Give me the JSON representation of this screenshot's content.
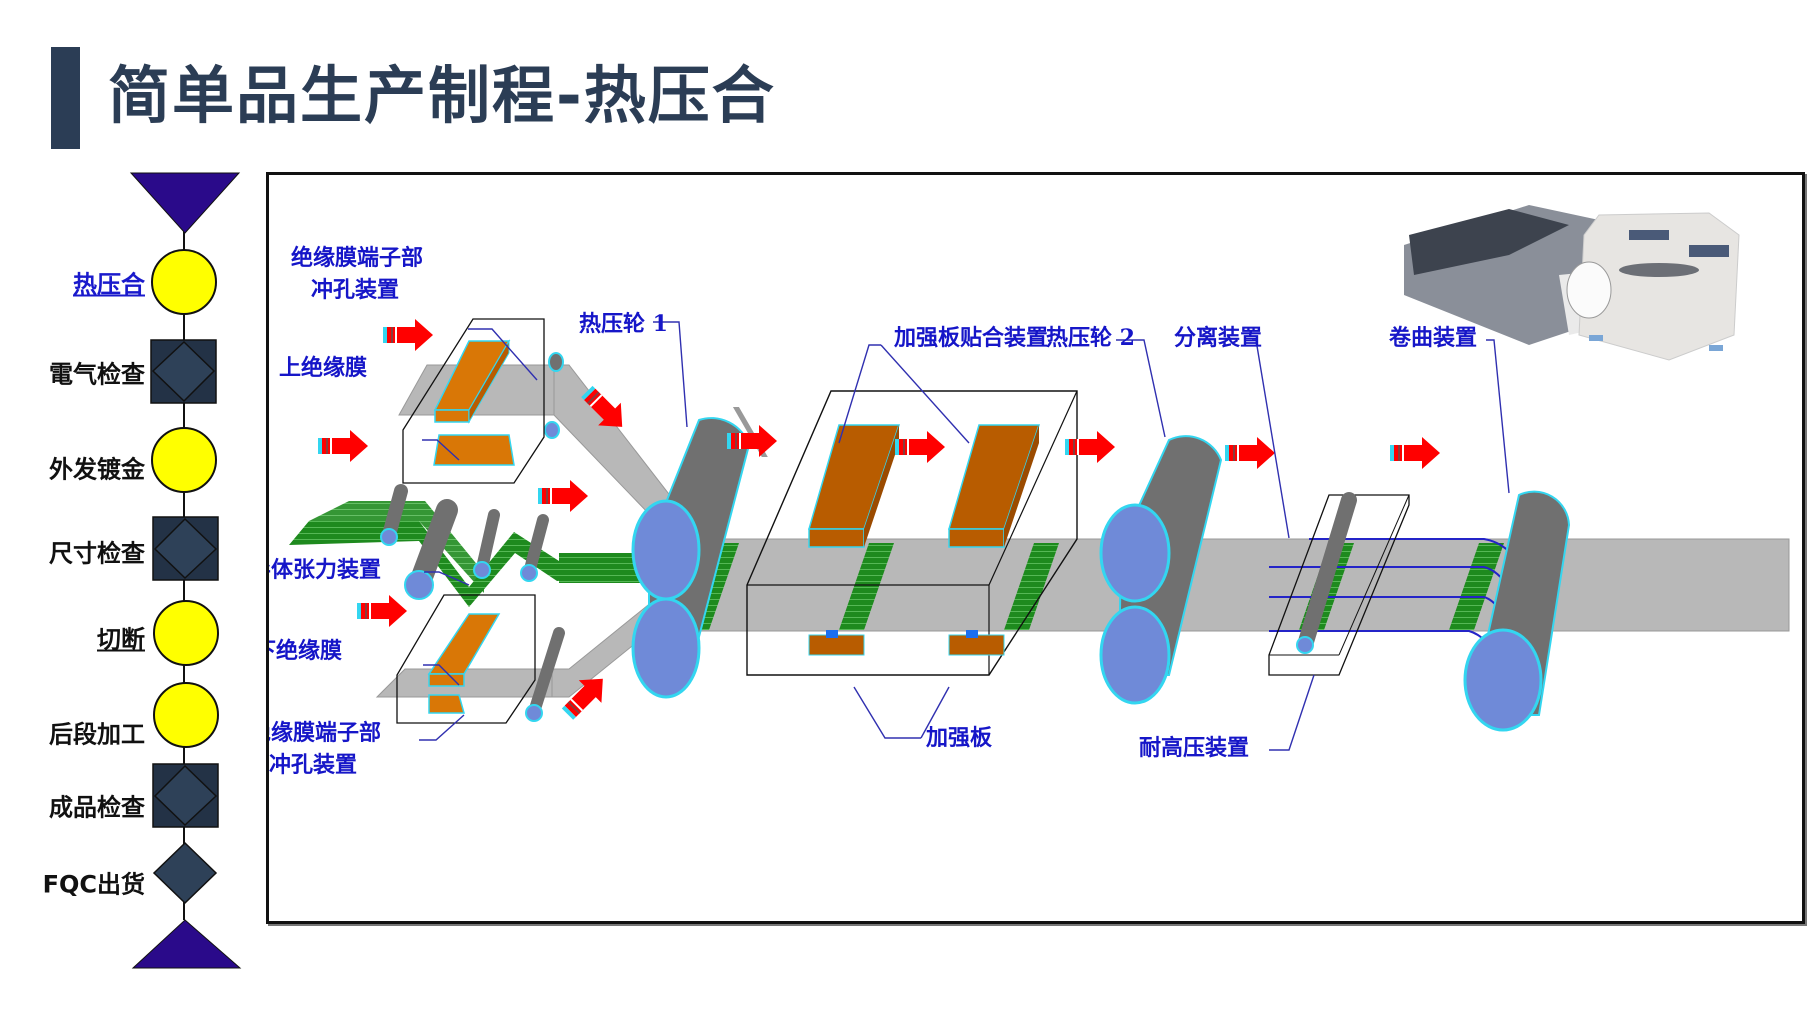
{
  "header": {
    "title": "简单品生产制程-热压合"
  },
  "process_flow": {
    "start_symbol": "start-triangle",
    "end_symbol": "end-triangle",
    "steps": [
      {
        "label": "热压合",
        "shape": "circle",
        "type": "process",
        "active": true
      },
      {
        "label": "電气检查",
        "shape": "square-diamond",
        "type": "inspection"
      },
      {
        "label": "外发镀金",
        "shape": "circle",
        "type": "process"
      },
      {
        "label": "尺寸检查",
        "shape": "square-diamond",
        "type": "inspection"
      },
      {
        "label": "切断",
        "shape": "circle",
        "type": "process",
        "underlined": true
      },
      {
        "label": "后段加工",
        "shape": "circle",
        "type": "process"
      },
      {
        "label": "成品检查",
        "shape": "square-diamond",
        "type": "inspection"
      },
      {
        "label": "FQC出货",
        "shape": "diamond",
        "type": "decision"
      }
    ],
    "colors": {
      "process": "#ffff00",
      "inspection": "#2e3e52",
      "terminal": "#2a0a8a"
    }
  },
  "diagram": {
    "photo_alt": "热压合设备照片",
    "labels": {
      "upper_punch_line1": "绝缘膜端子部",
      "upper_punch_line2": "冲孔装置",
      "upper_film": "上绝缘膜",
      "conductor_tension": "导体张力装置",
      "lower_film": "下绝缘膜",
      "lower_punch_line1": "绝缘膜端子部",
      "lower_punch_line2": "冲孔装置",
      "heat_roller_1": "热压轮 1",
      "stiffener_bonding": "加强板贴合装置",
      "heat_roller_2": "热压轮 2",
      "separator": "分离装置",
      "winder": "卷曲装置",
      "stiffener": "加强板",
      "hipot": "耐高压装置"
    },
    "colors": {
      "label": "#1616c8",
      "roller_body": "#707070",
      "roller_face": "#6f8ad8",
      "roller_edge": "#33d6f0",
      "film": "#b8b8b8",
      "conductor": "#1e8a1e",
      "punch": "#d97706",
      "stiffener_block": "#b85c00",
      "arrow": "#ff0000"
    }
  }
}
